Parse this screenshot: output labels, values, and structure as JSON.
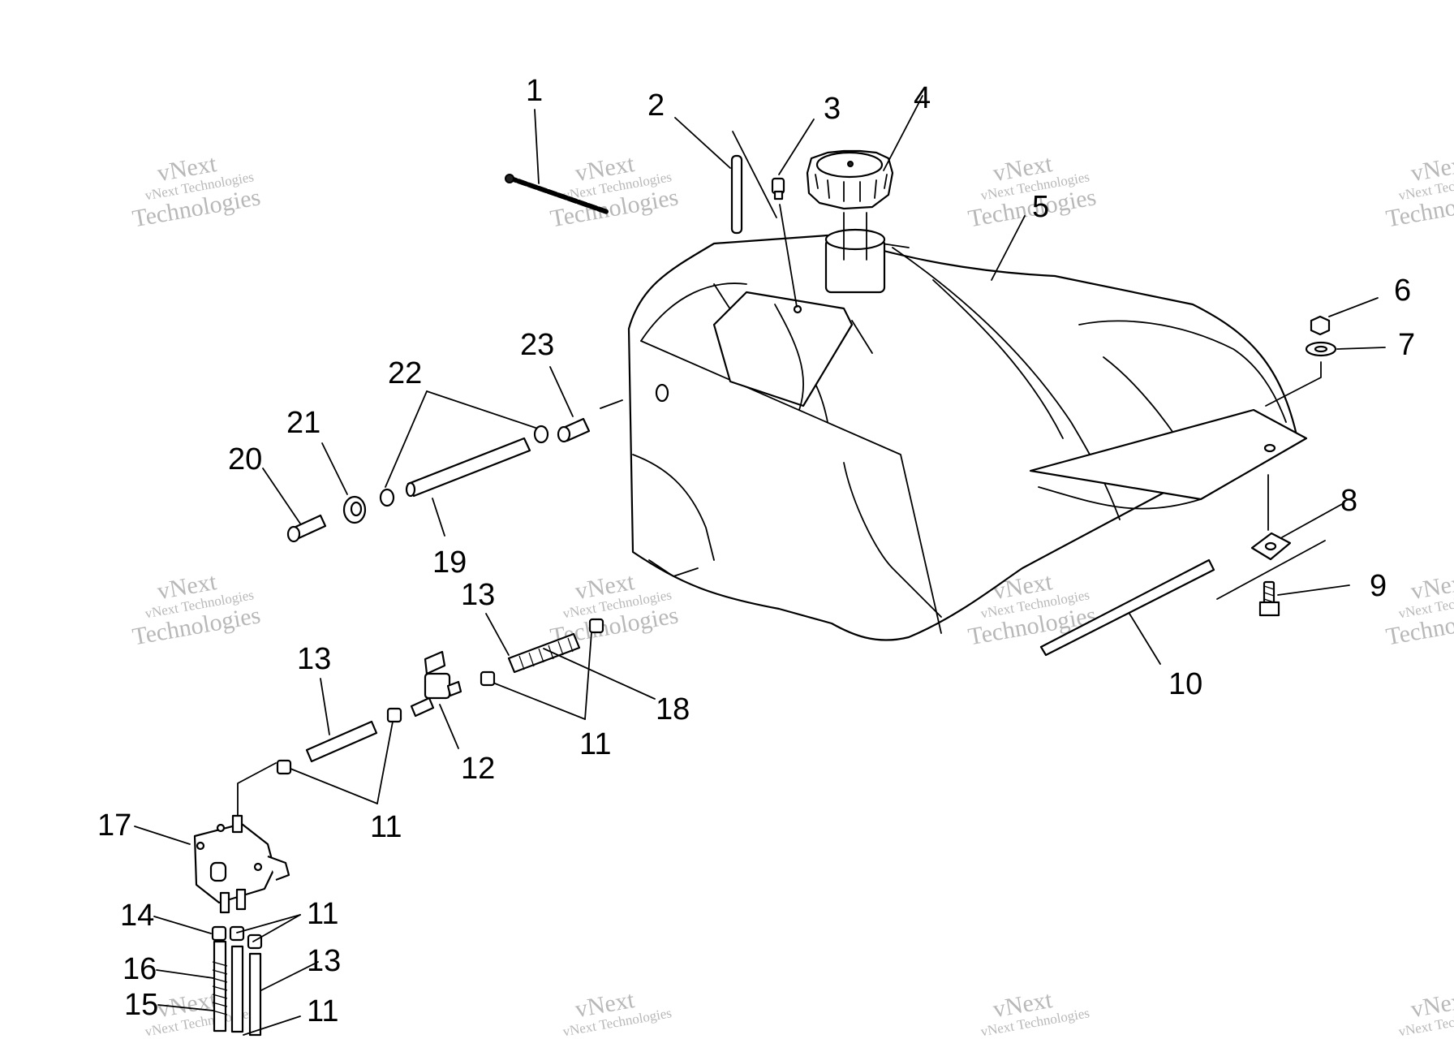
{
  "callouts": {
    "c1": "1",
    "c2": "2",
    "c3": "3",
    "c4": "4",
    "c5": "5",
    "c6": "6",
    "c7": "7",
    "c8": "8",
    "c9": "9",
    "c10": "10",
    "c11a": "11",
    "c11b": "11",
    "c11c": "11",
    "c11d": "11",
    "c12": "12",
    "c13a": "13",
    "c13b": "13",
    "c13c": "13",
    "c14": "14",
    "c15": "15",
    "c16": "16",
    "c17": "17",
    "c18": "18",
    "c19": "19",
    "c20": "20",
    "c21": "21",
    "c22": "22",
    "c23": "23"
  },
  "watermark": {
    "line1": "vNext",
    "line2": "vNext Technologies",
    "line3": "Technologies"
  }
}
